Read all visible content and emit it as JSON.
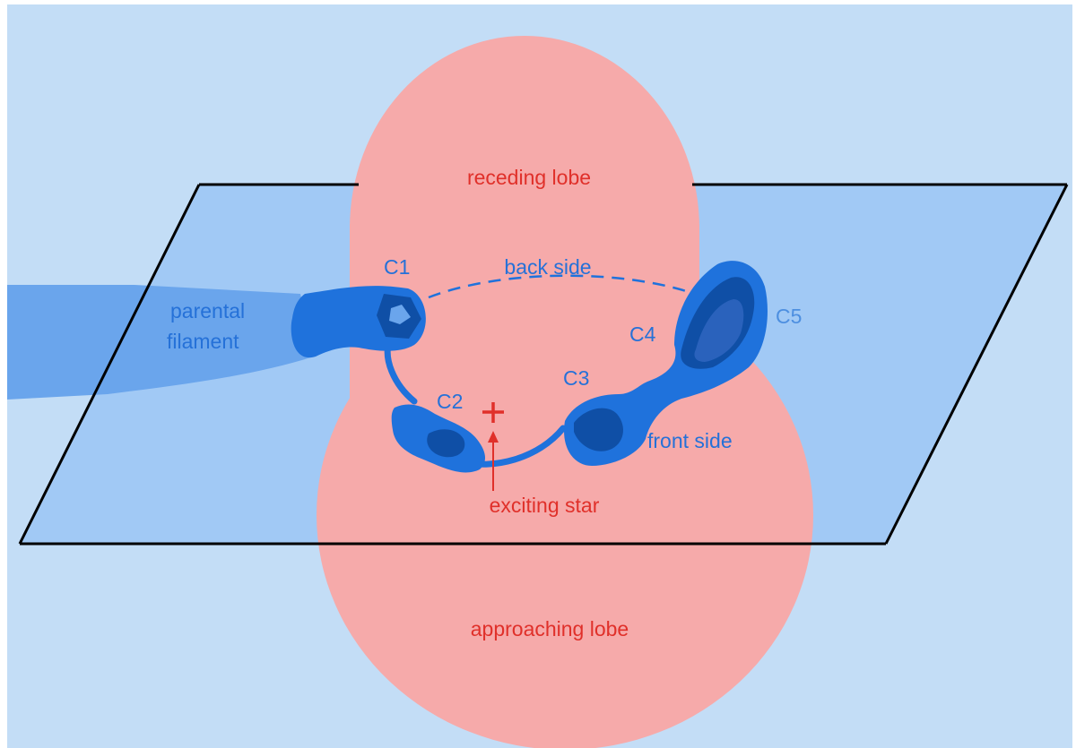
{
  "labels": {
    "receding_lobe": "receding lobe",
    "approaching_lobe": "approaching lobe",
    "back_side": "back side",
    "front_side": "front side",
    "parental_filament_line1": "parental",
    "parental_filament_line2": "filament",
    "c1": "C1",
    "c2": "C2",
    "c3": "C3",
    "c4": "C4",
    "c5": "C5",
    "exciting_star": "exciting star"
  },
  "colors": {
    "background": "#c3ddf6",
    "plane_fill": "#a1c9f5",
    "filament": "#6aa5ec",
    "lobe": "#f6aaaa",
    "clump_outer": "#1f72dc",
    "clump_core": "#0f4fa6",
    "label_blue": "#2571d8",
    "label_light_blue": "#4d8fe0",
    "label_red": "#e0302a",
    "plane_edge": "#000000"
  }
}
